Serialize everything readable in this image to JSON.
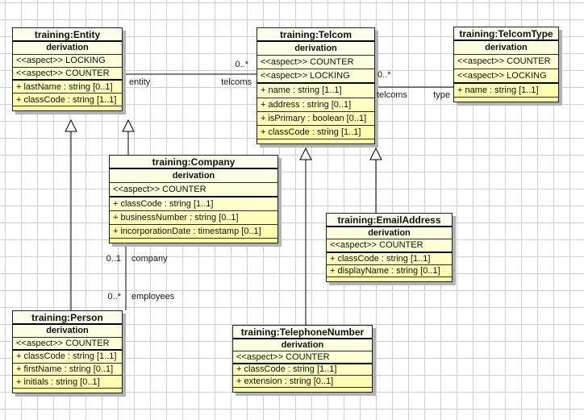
{
  "colors": {
    "class_fill_top": "#fcfcf2",
    "class_fill_bottom": "#ffffa2",
    "class_border": "#1f1f1f",
    "shadow": "#b3b3b3",
    "grid_line": "#cfcfcf"
  },
  "classes": {
    "entity": {
      "title": "training:Entity",
      "derivation": "derivation",
      "aspects": [
        "<<aspect>> LOCKING",
        "<<aspect>> COUNTER"
      ],
      "attributes": [
        "+ lastName : string [0..1]",
        "+ classCode : string [1..1]"
      ]
    },
    "telcom": {
      "title": "training:Telcom",
      "derivation": "derivation",
      "aspects": [
        "<<aspect>> COUNTER",
        "<<aspect>> LOCKING"
      ],
      "attributes": [
        "+ name : string [1..1]",
        "+ address : string [0..1]",
        "+ isPrimary : boolean [0..1]",
        "+ classCode : string [1..1]"
      ]
    },
    "telcomType": {
      "title": "training:TelcomType",
      "derivation": "derivation",
      "aspects": [
        "<<aspect>> COUNTER",
        "<<aspect>> LOCKING"
      ],
      "attributes": [
        "+ name : string [1..1]"
      ]
    },
    "company": {
      "title": "training:Company",
      "derivation": "derivation",
      "aspects": [
        "<<aspect>> COUNTER"
      ],
      "attributes": [
        "+ classCode : string [1..1]",
        "+ businessNumber : string [0..1]",
        "+ incorporationDate : timestamp [0..1]"
      ]
    },
    "emailAddress": {
      "title": "training:EmailAddress",
      "derivation": "derivation",
      "aspects": [
        "<<aspect>> COUNTER"
      ],
      "attributes": [
        "+ classCode : string [1..1]",
        "+ displayName : string [0..1]"
      ]
    },
    "person": {
      "title": "training:Person",
      "derivation": "derivation",
      "aspects": [
        "<<aspect>> COUNTER"
      ],
      "attributes": [
        "+ classCode : string [1..1]",
        "+ firstName : string [0..1]",
        "+ initials : string [0..1]"
      ]
    },
    "telephoneNumber": {
      "title": "training:TelephoneNumber",
      "derivation": "derivation",
      "aspects": [
        "<<aspect>> COUNTER"
      ],
      "attributes": [
        "+ classCode : string [1..1]",
        "+ extension : string [0..1]"
      ]
    }
  },
  "associations": {
    "entity_telcom": {
      "multiplicity": "0..*",
      "source_role": "entity",
      "target_role": "telcoms"
    },
    "telcom_type": {
      "multiplicity": "0..*",
      "source_role": "telcoms",
      "target_role": "type"
    },
    "company_person": {
      "company_multiplicity": "0..1",
      "company_role": "company",
      "employees_multiplicity": "0..*",
      "employees_role": "employees"
    }
  }
}
